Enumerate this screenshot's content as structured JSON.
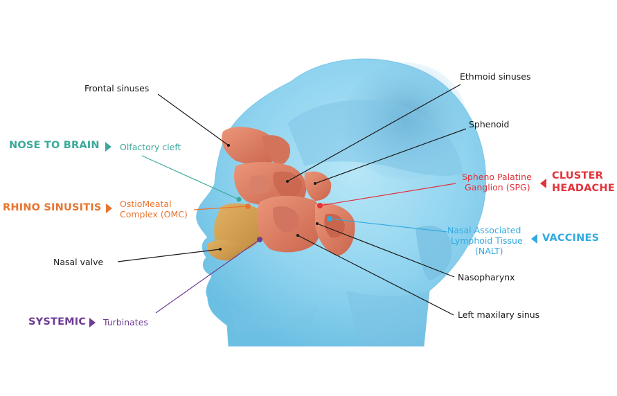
{
  "colors": {
    "head": "#8fd3ef",
    "head_dark": "#4f9fc8",
    "sinus": "#e07f66",
    "sinus_dark": "#b95a44",
    "valve": "#d6a050",
    "teal": "#3aa99a",
    "orange": "#e8742f",
    "red": "#e2323a",
    "blue": "#33a9e0",
    "purple": "#6f3b93",
    "line": "#1a1a1a"
  },
  "labels": {
    "frontal": "Frontal sinuses",
    "ethmoid": "Ethmoid sinuses",
    "sphenoid": "Sphenoid",
    "nasal_valve": "Nasal valve",
    "nasopharynx": "Nasopharynx",
    "maxillary": "Left  maxilary sinus"
  },
  "categories": {
    "nose_to_brain": {
      "title": "NOSE TO BRAIN",
      "target": "Olfactory cleft"
    },
    "rhino_sinusitis": {
      "title": "RHINO SINUSITIS",
      "target_line1": "OstioMeatal",
      "target_line2": "Complex (OMC)"
    },
    "cluster_headache": {
      "title_line1": "CLUSTER",
      "title_line2": "HEADACHE",
      "target_line1": "Spheno Palatine",
      "target_line2": "Ganglion (SPG)"
    },
    "vaccines": {
      "title": "VACCINES",
      "target_line1": "Nasal Associated",
      "target_line2": "Lymphoid Tissue",
      "target_line3": "(NALT)"
    },
    "systemic": {
      "title": "SYSTEMIC",
      "target": "Turbinates"
    }
  }
}
